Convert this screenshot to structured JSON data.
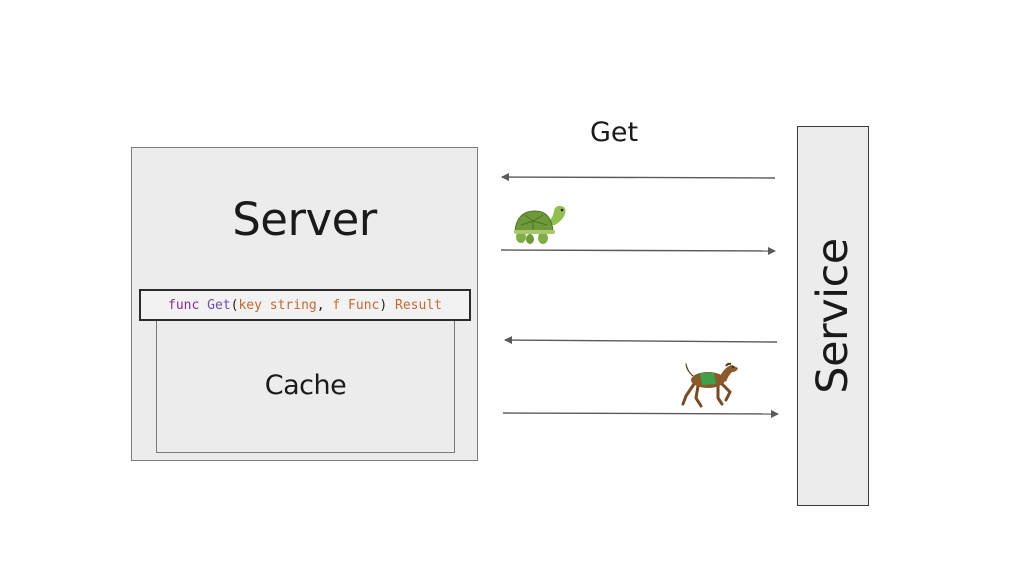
{
  "server": {
    "title": "Server"
  },
  "cache": {
    "label": "Cache"
  },
  "signature": {
    "keyword": "func",
    "name": "Get",
    "open_paren": "(",
    "param1": "key string",
    "comma": ", ",
    "param2": "f Func",
    "close_paren": ") ",
    "return_type": "Result"
  },
  "service": {
    "label": "Service"
  },
  "request": {
    "label": "Get"
  },
  "colors": {
    "box_fill": "#ececec",
    "box_border": "#7b7b7b",
    "arrow": "#5a5a5a",
    "keyword": "#8a2f8a",
    "function_name": "#6a4fb3",
    "param": "#c46a35",
    "turtle_shell": "#6f9a3a",
    "turtle_body": "#8fbf4f",
    "horse_body": "#8b5a2b",
    "horse_saddle": "#3fa04a"
  },
  "icons": {
    "slow": "turtle-icon",
    "fast": "horse-icon"
  }
}
